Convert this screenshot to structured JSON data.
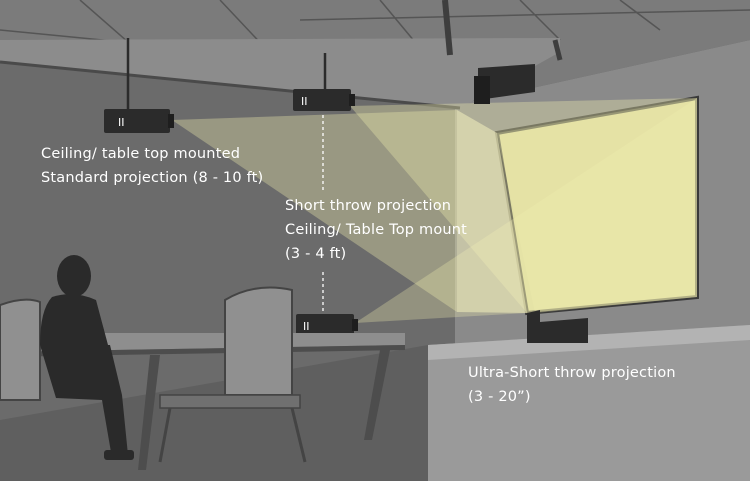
{
  "labels": {
    "standard": {
      "line1": "Ceiling/ table top mounted",
      "line2": "Standard projection (8 - 10 ft)"
    },
    "short_throw": {
      "line1": "Short throw projection",
      "line2": "Ceiling/ Table Top mount",
      "line3": "(3 - 4 ft)"
    },
    "ultra_short_throw": {
      "line1": "Ultra-Short throw projection",
      "line2": "(3 - 20”)"
    }
  },
  "projector_badge": "II",
  "colors": {
    "wall": "#6b6b6b",
    "ceiling": "#7a7a7a",
    "floor": "#5e5e5e",
    "beam": "#f2eeb0",
    "screen": "#d9d79a",
    "projector": "#2b2b2b",
    "text": "#ffffff"
  }
}
